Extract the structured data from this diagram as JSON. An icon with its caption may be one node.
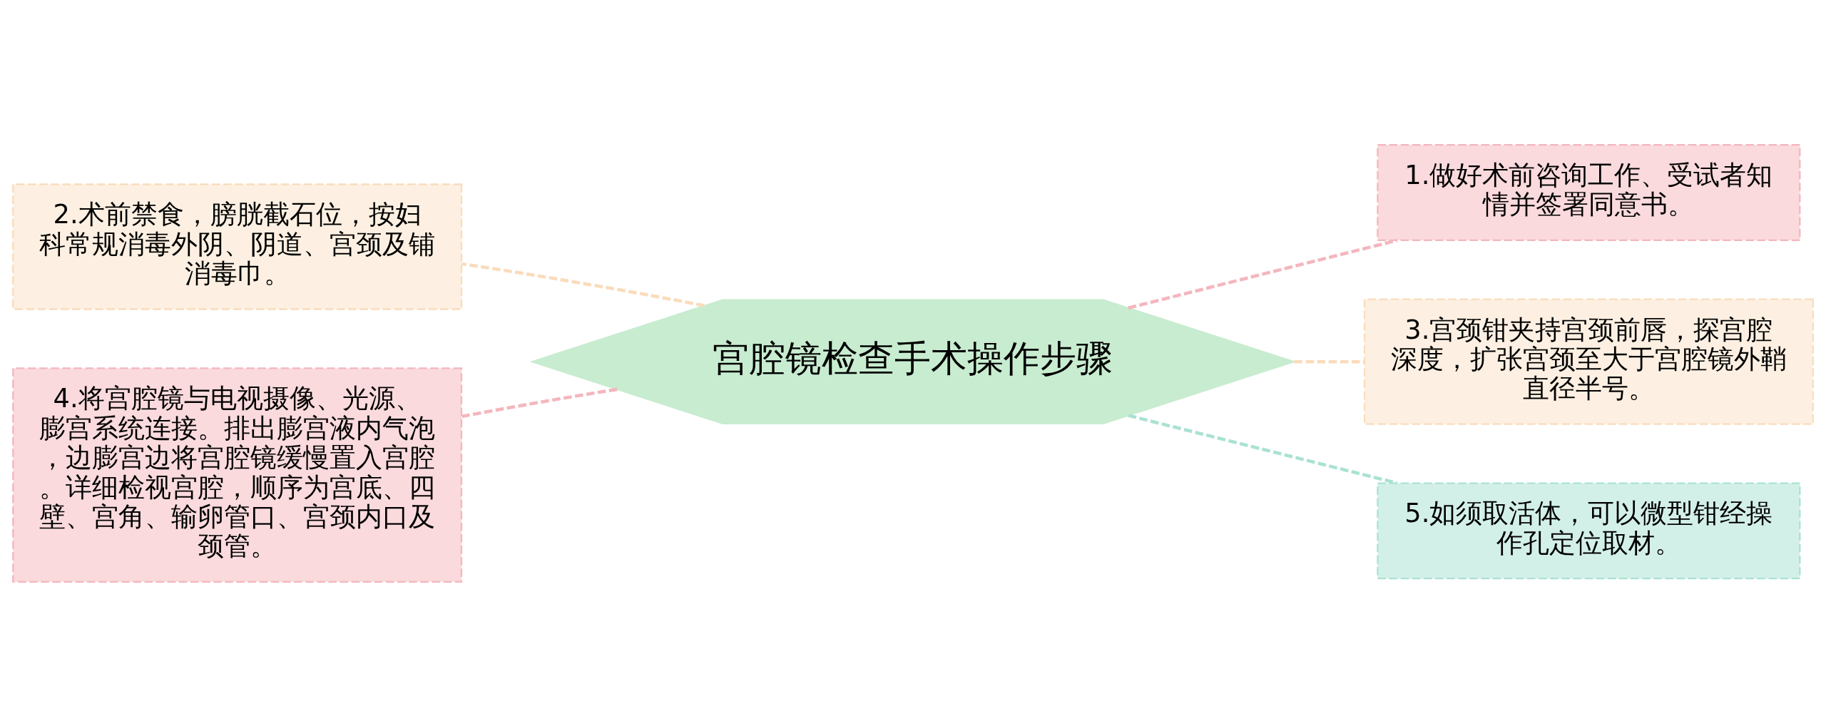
{
  "diagram": {
    "nodes": [
      {
        "text": [
          "宫腔镜检查手术操作步骤"
        ]
      },
      {
        "text": [
          "1.做好术前咨询工作、受试者知情并签署同意书。"
        ]
      },
      {
        "text": [
          "2.术前禁食，膀胱截石位，按妇科常规消毒外阴、阴道、宫颈及铺消毒巾。"
        ]
      },
      {
        "text": [
          "3.宫颈钳夹持宫颈前唇，探宫腔深度，扩张宫颈至大于宫腔镜外鞘直径半号。"
        ]
      },
      {
        "text": [
          "4.将宫腔镜与电视摄像、光源、膨宫系统连接。排出膨宫液内气泡，边膨宫边将宫腔镜缓慢置入宫腔。详细检视宫腔，顺序为宫底、四壁、宫角、输卵管口、宫颈内口及颈管。"
        ]
      },
      {
        "text": [
          "5.如须取活体，可以微型钳经操作孔定位取材。"
        ]
      }
    ],
    "edges": [
      {
        "from": 0,
        "to": 1,
        "arrow": "none",
        "style": "dashed",
        "color": "#f4b6bd"
      },
      {
        "from": 0,
        "to": 2,
        "arrow": "none",
        "style": "dashed",
        "color": "#f9dcbc"
      },
      {
        "from": 0,
        "to": 3,
        "arrow": "none",
        "style": "dashed",
        "color": "#f9dcbc"
      },
      {
        "from": 0,
        "to": 4,
        "arrow": "none",
        "style": "dashed",
        "color": "#f4b6bd"
      },
      {
        "from": 0,
        "to": 5,
        "arrow": "none",
        "style": "dashed",
        "color": "#a9e2d3"
      }
    ]
  }
}
